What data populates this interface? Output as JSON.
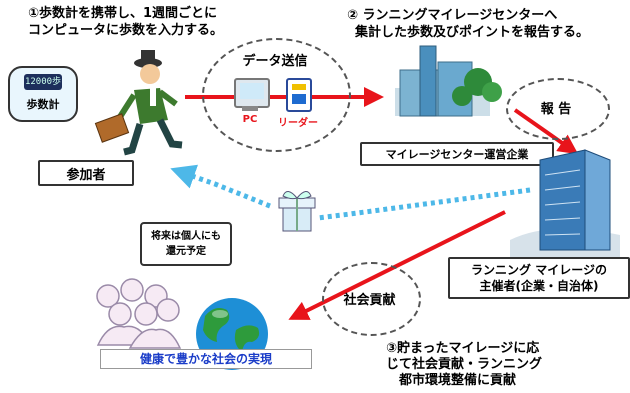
{
  "steps": {
    "step1_line1": "①歩数計を携帯し、1週間ごとに",
    "step1_line2": "コンピュータに歩数を入力する。",
    "step2_line1": "② ランニングマイレージセンターへ",
    "step2_line2": "集計した歩数及びポイントを報告する。",
    "step3_line1": "③貯まったマイレージに応",
    "step3_line2": "じて社会貢献・ランニング",
    "step3_line3": "都市環境整備に貢献"
  },
  "pedometer": {
    "display": "12000歩",
    "label": "歩数計"
  },
  "participant_label": "参加者",
  "data_transfer": {
    "title": "データ送信",
    "pc_label": "PC",
    "reader_label": "リーダー"
  },
  "center_label": "マイレージセンター運営企業",
  "report_label": "報 告",
  "organizer": {
    "line1": "ランニング マイレージの",
    "line2": "主催者(企業・自治体)"
  },
  "future_note": {
    "line1": "将来は個人にも",
    "line2": "還元予定"
  },
  "social_label": "社会貢献",
  "society_banner": "健康で豊かな社会の実現",
  "colors": {
    "red_arrow": "#e8141b",
    "blue_dotted": "#4db8e8",
    "pc_text": "#e8141b",
    "banner_text": "#1a3cc8"
  }
}
